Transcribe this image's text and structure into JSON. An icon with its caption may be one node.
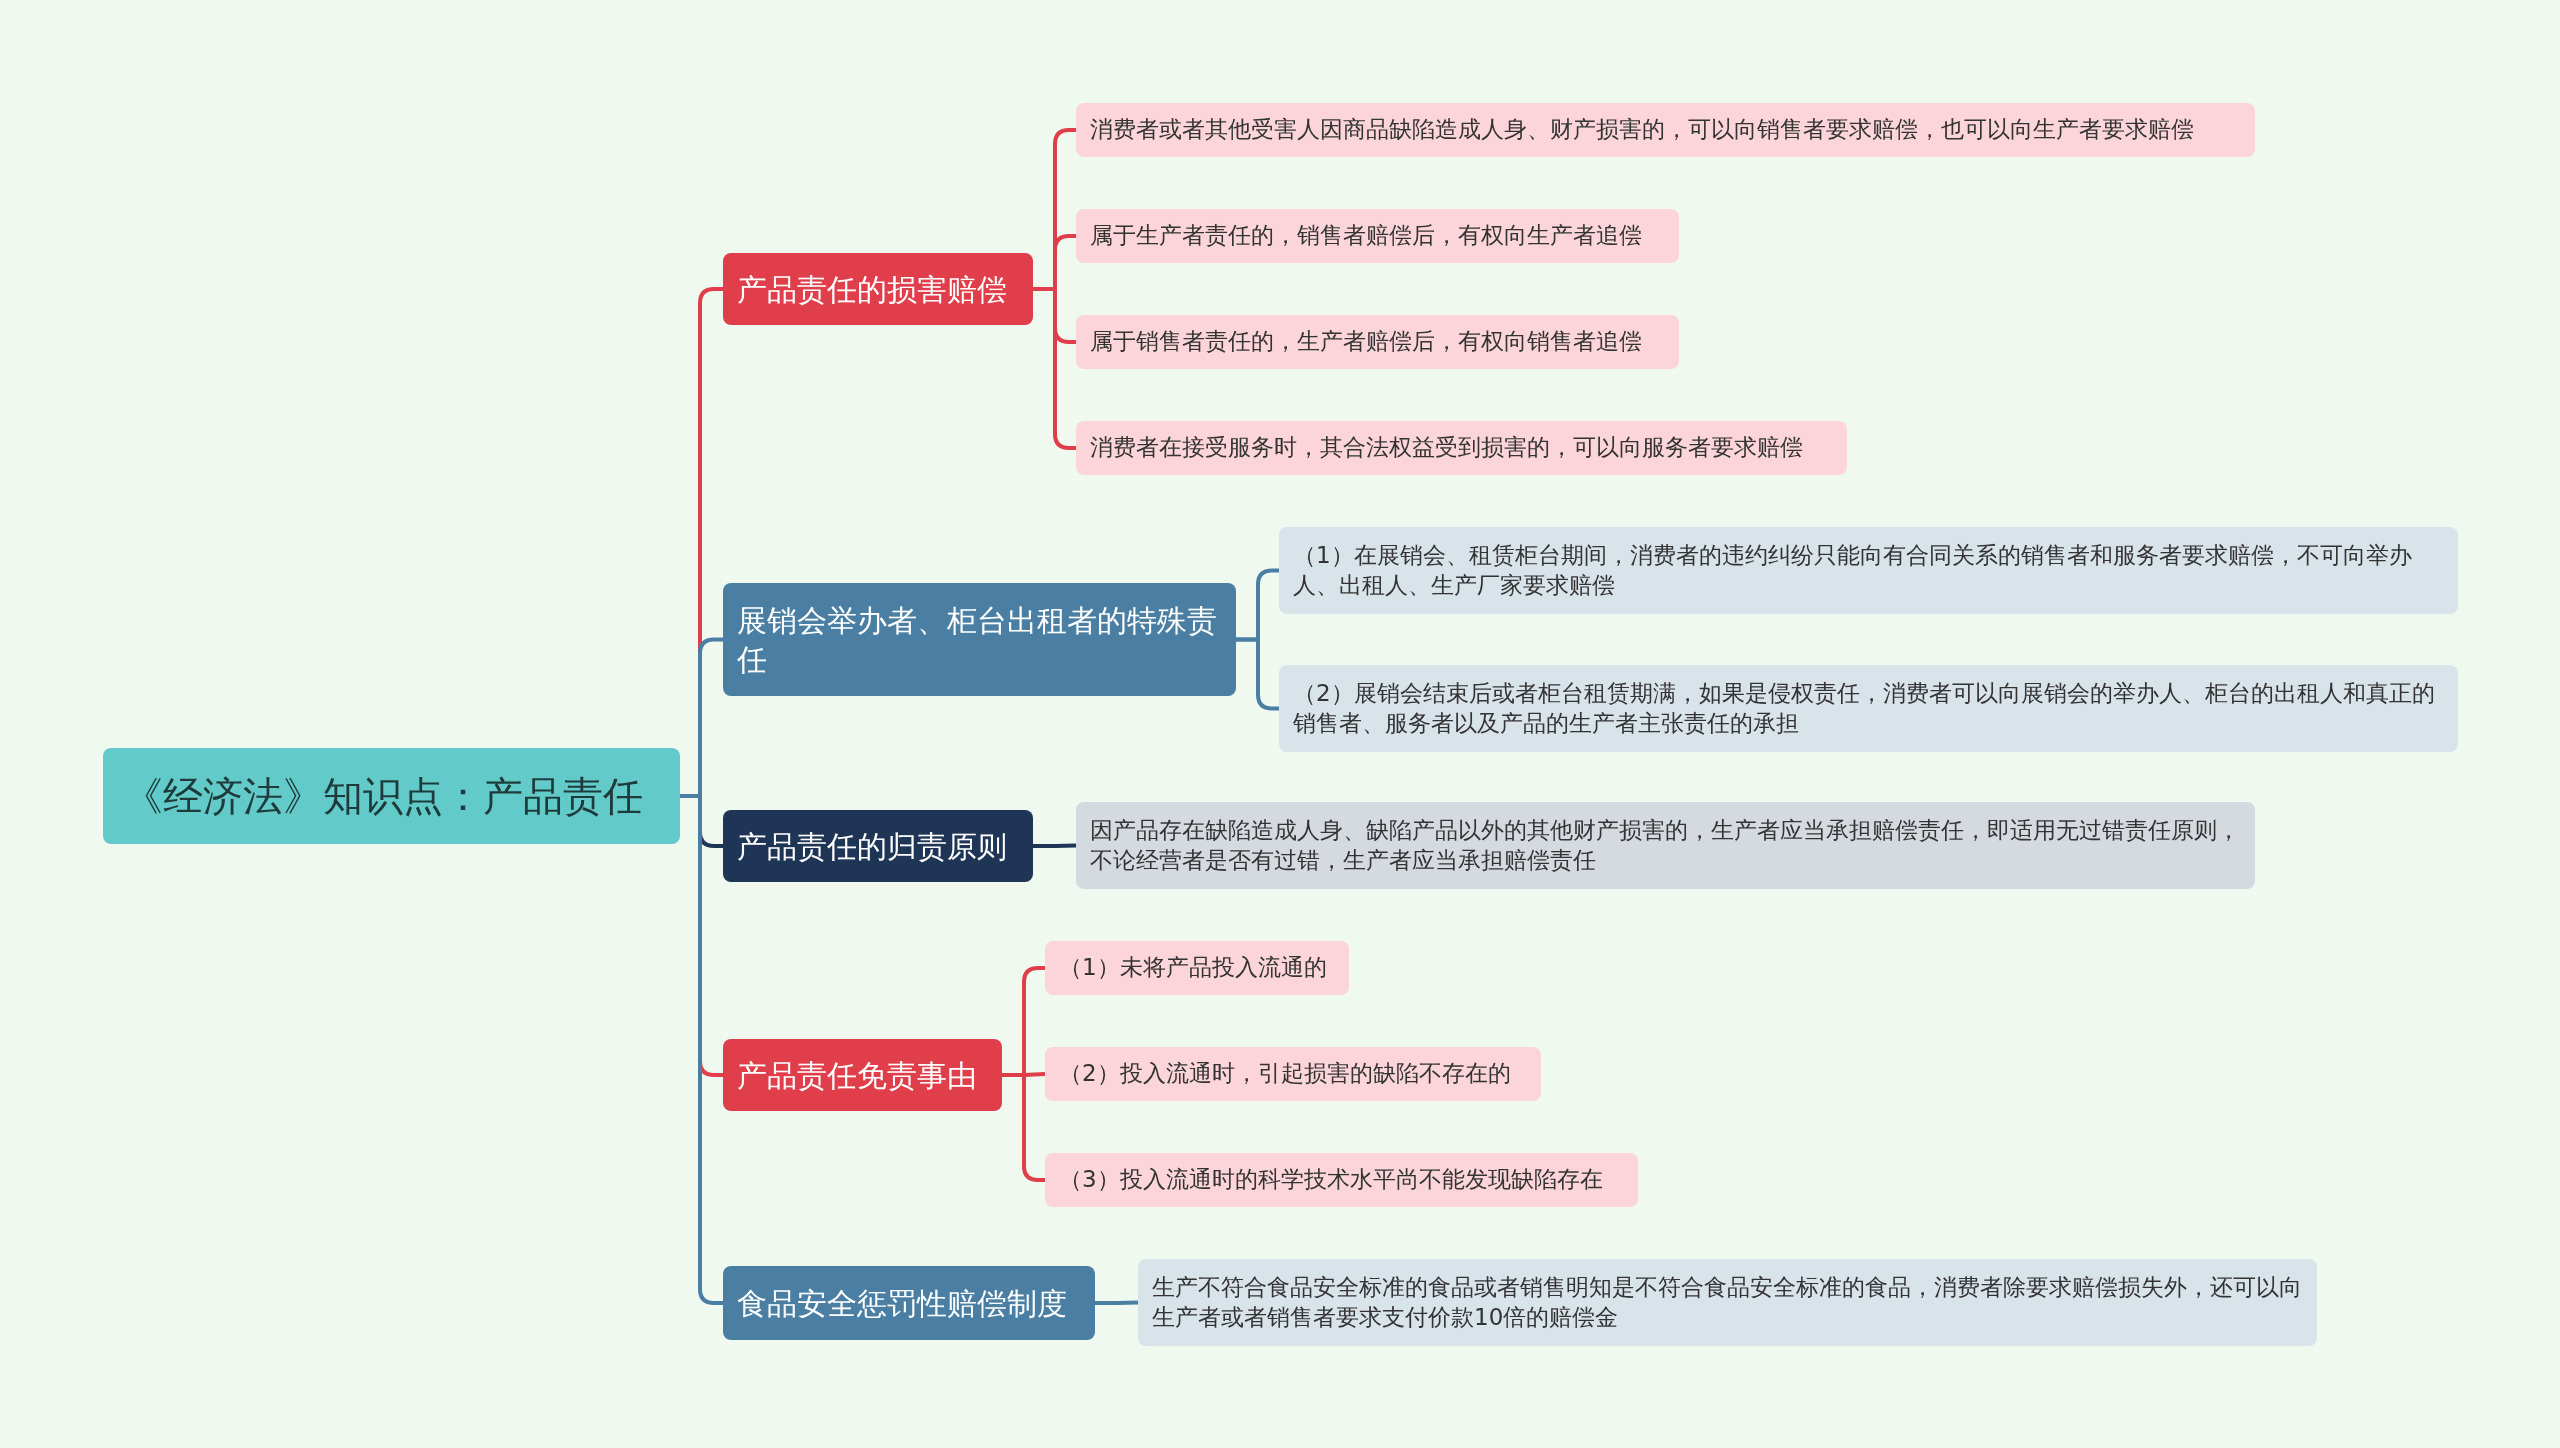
{
  "diagram": {
    "nodes": [
      {
        "text": [
          "《经济法》知识点：产品责任"
        ]
      },
      {
        "text": [
          "产品责任的损害赔偿"
        ]
      },
      {
        "text": [
          "消费者或者其他受害人因商品缺陷造成人身、财产损害的，可以向销售者要求赔偿，也可以向生产者要求赔偿"
        ]
      },
      {
        "text": [
          "属于生产者责任的，销售者赔偿后，有权向生产者追偿"
        ]
      },
      {
        "text": [
          "属于销售者责任的，生产者赔偿后，有权向销售者追偿"
        ]
      },
      {
        "text": [
          "消费者在接受服务时，其合法权益受到损害的，可以向服务者要求赔偿"
        ]
      },
      {
        "text": [
          "展销会举办者、柜台出租者的特殊责任"
        ]
      },
      {
        "text": [
          "（1）在展销会、租赁柜台期间，消费者的违约纠纷只能向有合同关系的销售者和服务者要求赔偿，不可向举办人、出租人、生产厂家要求赔偿"
        ]
      },
      {
        "text": [
          "（2）展销会结束后或者柜台租赁期满，如果是侵权责任，消费者可以向展销会的举办人、柜台的出租人和真正的销售者、服务者以及产品的生产者主张责任的承担"
        ]
      },
      {
        "text": [
          "产品责任的归责原则"
        ]
      },
      {
        "text": [
          "因产品存在缺陷造成人身、缺陷产品以外的其他财产损害的，生产者应当承担赔偿责任，即适用无过错责任原则，不论经营者是否有过错，生产者应当承担赔偿责任"
        ]
      },
      {
        "text": [
          "产品责任免责事由"
        ]
      },
      {
        "text": [
          "（1）未将产品投入流通的"
        ]
      },
      {
        "text": [
          "（2）投入流通时，引起损害的缺陷不存在的"
        ]
      },
      {
        "text": [
          "（3）投入流通时的科学技术水平尚不能发现缺陷存在"
        ]
      },
      {
        "text": [
          "食品安全惩罚性赔偿制度"
        ]
      },
      {
        "text": [
          "生产不符合食品安全标准的食品或者销售明知是不符合食品安全标准的食品，消费者除要求赔偿损失外，还可以向生产者或者销售者要求支付价款10倍的赔偿金"
        ]
      }
    ],
    "edges": [
      {
        "from": 0,
        "to": 1,
        "arrow": "none"
      },
      {
        "from": 0,
        "to": 6,
        "arrow": "none",
        "color": "#4a7fa3"
      },
      {
        "from": 0,
        "to": 9,
        "arrow": "none",
        "color": "#1f3556"
      },
      {
        "from": 0,
        "to": 11,
        "arrow": "none"
      },
      {
        "from": 0,
        "to": 15,
        "arrow": "none",
        "color": "#4a7fa3"
      },
      {
        "from": 1,
        "to": 2,
        "arrow": "none"
      },
      {
        "from": 1,
        "to": 3,
        "arrow": "none"
      },
      {
        "from": 1,
        "to": 4,
        "arrow": "none"
      },
      {
        "from": 1,
        "to": 5,
        "arrow": "none"
      },
      {
        "from": 6,
        "to": 7,
        "arrow": "none",
        "color": "#4a7fa3"
      },
      {
        "from": 6,
        "to": 8,
        "arrow": "none",
        "color": "#4a7fa3"
      },
      {
        "from": 9,
        "to": 10,
        "arrow": "none",
        "color": "#1f3556"
      },
      {
        "from": 11,
        "to": 12,
        "arrow": "none"
      },
      {
        "from": 11,
        "to": 13,
        "arrow": "none"
      },
      {
        "from": 11,
        "to": 14,
        "arrow": "none"
      },
      {
        "from": 15,
        "to": 16,
        "arrow": "none",
        "color": "#4a7fa3"
      }
    ]
  }
}
